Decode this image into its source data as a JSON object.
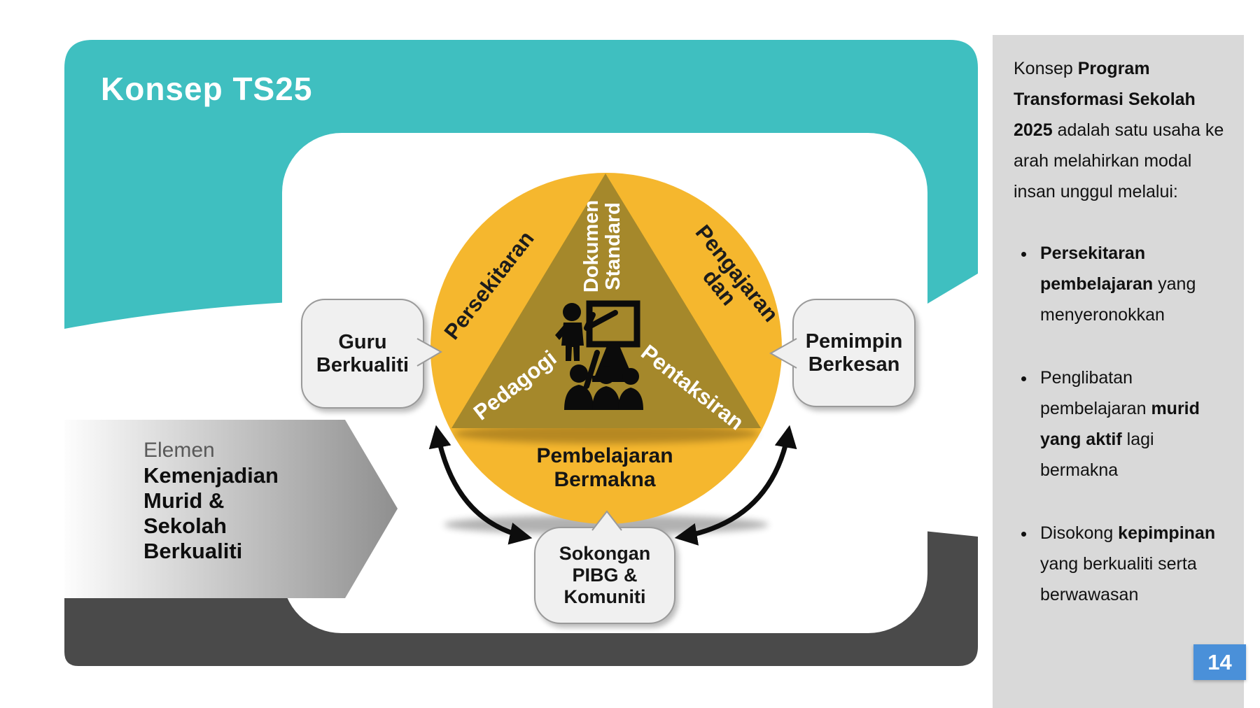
{
  "slide": {
    "title": "Konsep TS25",
    "page_number": "14"
  },
  "arrow_banner": {
    "prefix": "Elemen",
    "main": "Kemenjadian\nMurid &\nSekolah\nBerkualiti"
  },
  "diagram": {
    "circle_labels": {
      "persekitaran": "Persekitaran",
      "pengajaran_dan": "Pengajaran\ndan",
      "dokumen_standard": "Dokumen\nStandard",
      "pedagogi": "Pedagogi",
      "pentaksiran": "Pentaksiran",
      "pembelajaran_bermakna": "Pembelajaran\nBermakna"
    },
    "callouts": {
      "left": "Guru\nBerkualiti",
      "right": "Pemimpin\nBerkesan",
      "bottom": "Sokongan\nPIBG &\nKomuniti"
    }
  },
  "sidebar": {
    "intro_segments": [
      {
        "text": "Konsep ",
        "bold": false
      },
      {
        "text": "Program Transformasi Sekolah 2025",
        "bold": true
      },
      {
        "text": " adalah satu usaha ke arah melahirkan modal insan unggul melalui:",
        "bold": false
      }
    ],
    "bullets": [
      {
        "segments": [
          {
            "text": "Persekitaran pembelajaran",
            "bold": true
          },
          {
            "text": " yang menyeronokkan",
            "bold": false
          }
        ]
      },
      {
        "segments": [
          {
            "text": "Penglibatan pembelajaran ",
            "bold": false
          },
          {
            "text": "murid yang aktif",
            "bold": true
          },
          {
            "text": " lagi bermakna",
            "bold": false
          }
        ]
      },
      {
        "segments": [
          {
            "text": "Disokong ",
            "bold": false
          },
          {
            "text": "kepimpinan",
            "bold": true
          },
          {
            "text": " yang berkualiti serta berwawasan",
            "bold": false
          }
        ]
      }
    ]
  },
  "colors": {
    "teal": "#3FBFC0",
    "yellow": "#F5B72E",
    "olive": "#A5882B",
    "dark_gray": "#4A4A4A",
    "arrow_gray_end": "#8F8F8F",
    "sidebar_bg": "#D9D9D9",
    "badge_blue": "#4A90D9",
    "bubble_fill": "#F0F0F0",
    "bubble_border": "#9A9A9A"
  }
}
